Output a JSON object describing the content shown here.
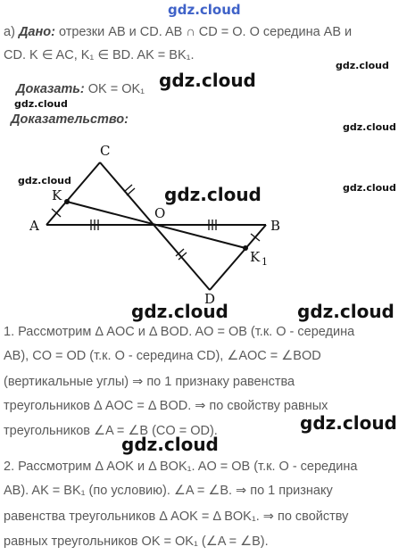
{
  "watermarks": {
    "top": "gdz.cloud",
    "text": "gdz.cloud"
  },
  "header": {
    "part": "а)",
    "given_label": "Дано:",
    "given_line1": "отрезки AB и CD.  AB ∩ CD = O. O середина  AB и",
    "given_line2": "CD. K ∈ AC, K₁ ∈ BD. AK = BK₁."
  },
  "prove": {
    "label": "Доказать:",
    "statement": "OK = OK₁"
  },
  "proof_label": "Доказательство:",
  "figure": {
    "points": {
      "A": "A",
      "B": "B",
      "C": "C",
      "D": "D",
      "O": "O",
      "K": "K",
      "K1": "K",
      "K1_sub": "1"
    }
  },
  "steps": [
    {
      "lines": [
        "1. Рассмотрим  Δ AOC и  Δ BOD. AO = OB (т.к. О - середина",
        "AB), CO = OD (т.к. О - середина CD), ∠AOC = ∠BOD",
        "(вертикальные углы)  ⇒  по 1 признаку равенства",
        "треугольников  Δ AOC = Δ BOD.  ⇒  по свойству равных",
        "треугольников  ∠A = ∠B (CO = OD)."
      ]
    },
    {
      "lines": [
        "2. Рассмотрим  Δ AOK и  Δ BOK₁. AO = OB (т.к. О - середина",
        "AB). AK = BK₁ (по условию). ∠A = ∠B.  ⇒  по 1 признаку",
        "равенства треугольников  Δ AOK = Δ BOK₁.  ⇒  по свойству",
        "равных треугольников OK = OK₁ (∠A = ∠B)."
      ]
    }
  ]
}
